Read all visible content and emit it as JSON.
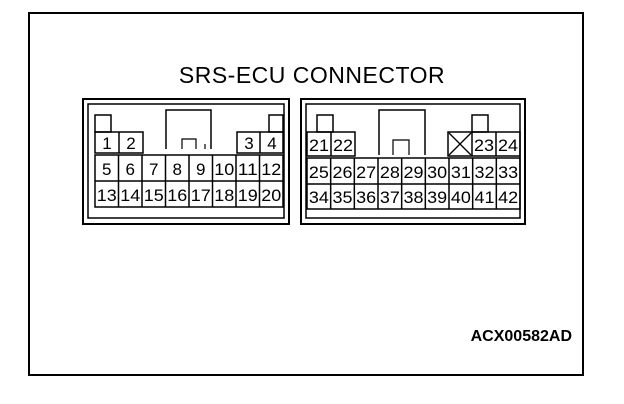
{
  "title": "SRS-ECU CONNECTOR",
  "figure_code": "ACX00582AD",
  "colors": {
    "line": "#000000",
    "background": "#ffffff"
  },
  "left_connector": {
    "row1": [
      "1",
      "2",
      "3",
      "4"
    ],
    "row2": [
      "5",
      "6",
      "7",
      "8",
      "9",
      "10",
      "11",
      "12"
    ],
    "row3": [
      "13",
      "14",
      "15",
      "16",
      "17",
      "18",
      "19",
      "20"
    ]
  },
  "right_connector": {
    "row1": [
      "21",
      "22",
      "23",
      "24"
    ],
    "row2": [
      "25",
      "26",
      "27",
      "28",
      "29",
      "30",
      "31",
      "32",
      "33"
    ],
    "row3": [
      "34",
      "35",
      "36",
      "37",
      "38",
      "39",
      "40",
      "41",
      "42"
    ],
    "blanked_cavity_icon": "x-mark-icon"
  }
}
